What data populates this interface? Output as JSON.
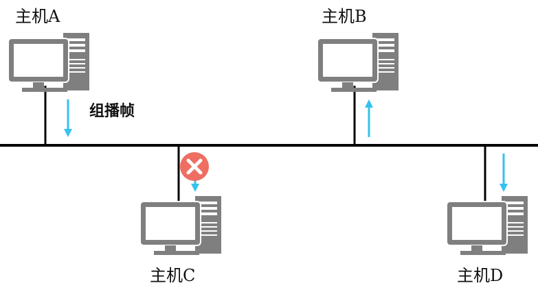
{
  "hosts": [
    {
      "id": "A",
      "label": "主机A"
    },
    {
      "id": "B",
      "label": "主机B"
    },
    {
      "id": "C",
      "label": "主机C"
    },
    {
      "id": "D",
      "label": "主机D"
    }
  ],
  "frame_label": "组播帧",
  "colors": {
    "bus": "#000000",
    "computer": "#7f7f7f",
    "screen": "#ffffff",
    "arrow": "#35c2ee",
    "reject": "#ee6e62"
  },
  "icons": {
    "computer": "desktop-computer-icon",
    "reject": "reject-x-icon"
  }
}
